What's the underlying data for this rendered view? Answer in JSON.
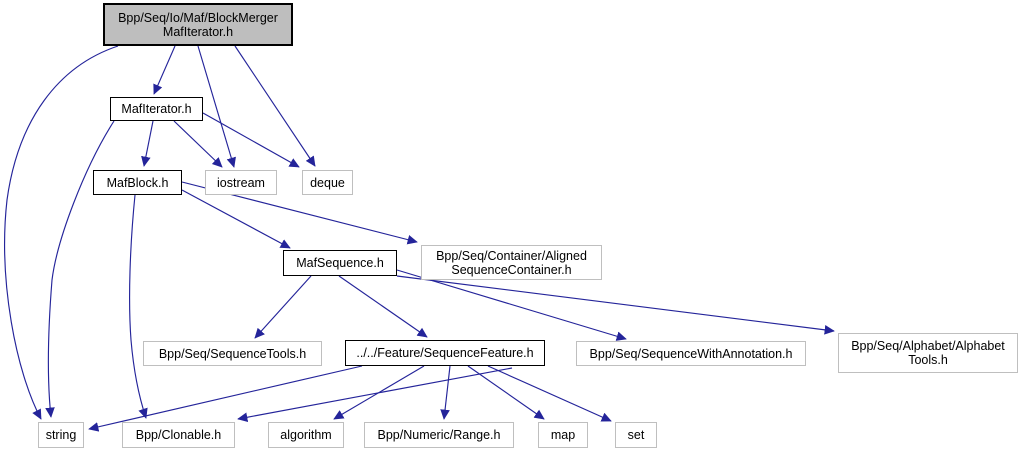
{
  "diagram": {
    "kind": "doxygen-include-dependency-graph",
    "root_file": "Bpp/Seq/Io/Maf/BlockMergerMafIterator.h"
  },
  "colors": {
    "edge": "#24249a",
    "current_node_fill": "#bebebe",
    "internal_node_border": "#000000",
    "external_node_border": "#bfbfbf",
    "node_fill": "#ffffff",
    "text": "#000000"
  },
  "nodes": {
    "root": {
      "line1": "Bpp/Seq/Io/Maf/BlockMerger",
      "line2": "MafIterator.h"
    },
    "mafiterator": {
      "label": "MafIterator.h"
    },
    "mafblock": {
      "label": "MafBlock.h"
    },
    "iostream": {
      "label": "iostream"
    },
    "deque": {
      "label": "deque"
    },
    "mafsequence": {
      "label": "MafSequence.h"
    },
    "alignedseqcontainer": {
      "line1": "Bpp/Seq/Container/Aligned",
      "line2": "SequenceContainer.h"
    },
    "sequencetools": {
      "label": "Bpp/Seq/SequenceTools.h"
    },
    "sequencefeature": {
      "label": "../../Feature/SequenceFeature.h"
    },
    "sequencewithannotation": {
      "label": "Bpp/Seq/SequenceWithAnnotation.h"
    },
    "alphabettools": {
      "line1": "Bpp/Seq/Alphabet/Alphabet",
      "line2": "Tools.h"
    },
    "string": {
      "label": "string"
    },
    "clonable": {
      "label": "Bpp/Clonable.h"
    },
    "algorithm": {
      "label": "algorithm"
    },
    "range": {
      "label": "Bpp/Numeric/Range.h"
    },
    "map": {
      "label": "map"
    },
    "set": {
      "label": "set"
    }
  },
  "edges": [
    {
      "from": "root",
      "to": "mafiterator"
    },
    {
      "from": "root",
      "to": "iostream"
    },
    {
      "from": "root",
      "to": "deque"
    },
    {
      "from": "root",
      "to": "string"
    },
    {
      "from": "mafiterator",
      "to": "mafblock"
    },
    {
      "from": "mafiterator",
      "to": "iostream"
    },
    {
      "from": "mafiterator",
      "to": "deque"
    },
    {
      "from": "mafiterator",
      "to": "string"
    },
    {
      "from": "mafblock",
      "to": "mafsequence"
    },
    {
      "from": "mafblock",
      "to": "alignedseqcontainer"
    },
    {
      "from": "mafblock",
      "to": "clonable"
    },
    {
      "from": "mafsequence",
      "to": "sequencetools"
    },
    {
      "from": "mafsequence",
      "to": "sequencefeature"
    },
    {
      "from": "mafsequence",
      "to": "sequencewithannotation"
    },
    {
      "from": "mafsequence",
      "to": "alphabettools"
    },
    {
      "from": "sequencefeature",
      "to": "string"
    },
    {
      "from": "sequencefeature",
      "to": "clonable"
    },
    {
      "from": "sequencefeature",
      "to": "algorithm"
    },
    {
      "from": "sequencefeature",
      "to": "range"
    },
    {
      "from": "sequencefeature",
      "to": "map"
    },
    {
      "from": "sequencefeature",
      "to": "set"
    }
  ]
}
